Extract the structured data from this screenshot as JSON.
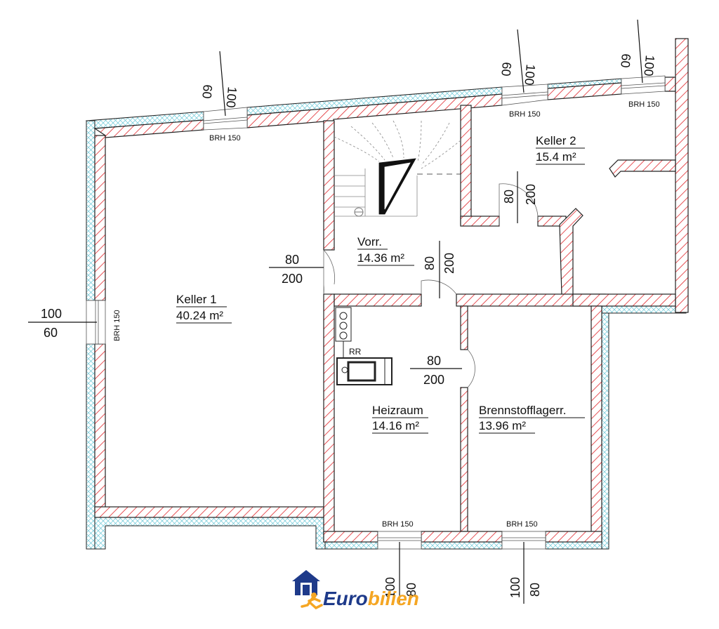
{
  "rooms": {
    "keller1": {
      "name": "Keller 1",
      "area": "40.24 m²"
    },
    "keller2": {
      "name": "Keller 2",
      "area": "15.4 m²"
    },
    "vorr": {
      "name": "Vorr.",
      "area": "14.36 m²"
    },
    "heizraum": {
      "name": "Heizraum",
      "area": "14.16 m²"
    },
    "brennstoff": {
      "name": "Brennstofflagerr.",
      "area": "13.96 m²"
    }
  },
  "windows": {
    "top_left": {
      "brh": "BRH 150",
      "width": "100",
      "height": "60"
    },
    "top_mid": {
      "brh": "BRH 150",
      "width": "100",
      "height": "60"
    },
    "top_right": {
      "brh": "BRH 150",
      "width": "100",
      "height": "60"
    },
    "left": {
      "brh": "BRH 150",
      "width": "100",
      "height": "60"
    },
    "bottom_left": {
      "brh": "BRH 150",
      "width": "100",
      "height": "80"
    },
    "bottom_right": {
      "brh": "BRH 150",
      "width": "100",
      "height": "80"
    }
  },
  "doors": {
    "keller1": {
      "width": "80",
      "height": "200"
    },
    "keller2": {
      "width": "80",
      "height": "200"
    },
    "vorr": {
      "width": "80",
      "height": "200"
    },
    "brennstoff": {
      "width": "80",
      "height": "200"
    }
  },
  "equipment": {
    "boiler_label": "RR"
  },
  "logo": {
    "part1": "Euro",
    "part2": "bilien"
  },
  "colors": {
    "wall_hatch": "#e0262b",
    "insulation_hatch": "#5fc8d8",
    "logo_blue": "#1e3a8a",
    "logo_orange": "#f5a623"
  }
}
